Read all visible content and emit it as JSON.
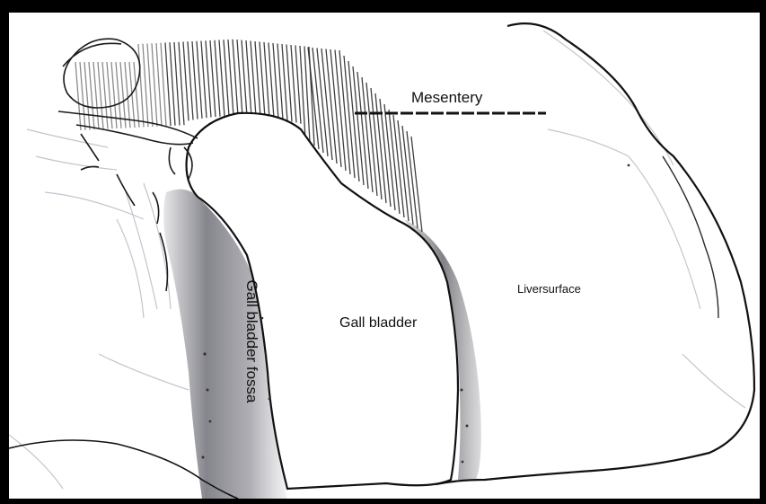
{
  "labels": {
    "mesentery": "Mesentery",
    "gall_bladder": "Gall bladder",
    "gall_bladder_fossa": "Gall bladder fossa",
    "liver_surface": "Liversurface"
  },
  "colors": {
    "background_frame": "#000000",
    "paper": "#ffffff",
    "ink": "#111111",
    "fossa_shading": "#6f6f78",
    "hatching": "#2a2a2a",
    "faint_lines": "#a9aab8"
  }
}
